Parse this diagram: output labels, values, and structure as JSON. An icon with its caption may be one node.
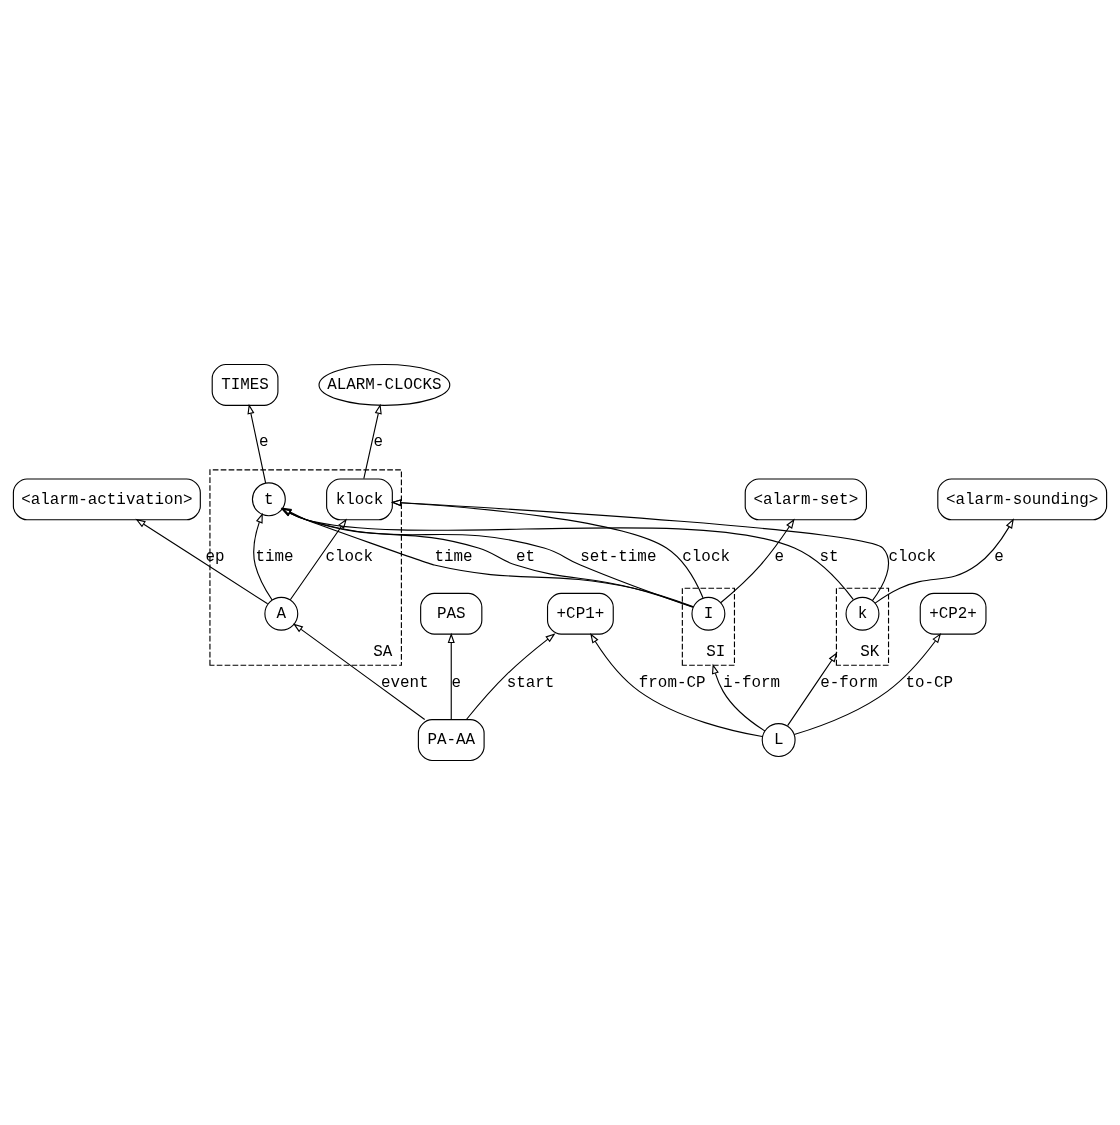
{
  "diagram": {
    "nodes": [
      {
        "text": [
          "ALARM-CLOCKS"
        ]
      },
      {
        "text": [
          "TIMES"
        ]
      },
      {
        "text": [
          "<alarm-activation>"
        ]
      },
      {
        "text": [
          "SA"
        ]
      },
      {
        "text": [
          "A"
        ],
        "in": 3
      },
      {
        "text": [
          "klock"
        ],
        "in": 3
      },
      {
        "text": [
          "t"
        ],
        "in": 3
      },
      {
        "text": [
          "PAS"
        ]
      },
      {
        "text": [
          "PA-AA"
        ]
      },
      {
        "text": [
          "SI"
        ]
      },
      {
        "text": [
          "I"
        ],
        "in": 9
      },
      {
        "text": [
          "SK"
        ]
      },
      {
        "text": [
          "k"
        ],
        "in": 11
      },
      {
        "text": [
          "<alarm-sounding>"
        ]
      },
      {
        "text": [
          "+CP1+"
        ]
      },
      {
        "text": [
          "L"
        ]
      },
      {
        "text": [
          "+CP2+"
        ]
      },
      {
        "text": [
          "<alarm-set>"
        ]
      }
    ],
    "edges": [
      {
        "from": 4,
        "to": 2,
        "arrow": "to",
        "label": "ep"
      },
      {
        "from": 5,
        "to": 0,
        "arrow": "to",
        "label": "e"
      },
      {
        "from": 6,
        "to": 1,
        "arrow": "to",
        "label": "e"
      },
      {
        "from": 4,
        "to": 6,
        "arrow": "to",
        "label": "time"
      },
      {
        "from": 4,
        "to": 5,
        "arrow": "to",
        "label": "clock"
      },
      {
        "from": 8,
        "to": 7,
        "arrow": "to",
        "label": "e"
      },
      {
        "from": 8,
        "to": 4,
        "arrow": "to",
        "label": "event"
      },
      {
        "from": 8,
        "to": 14,
        "arrow": "to",
        "label": "start"
      },
      {
        "from": 10,
        "to": 5,
        "arrow": "to",
        "label": "clock"
      },
      {
        "from": 10,
        "to": 6,
        "arrow": "to",
        "label": "set-time"
      },
      {
        "from": 10,
        "to": 6,
        "arrow": "to",
        "label": "time"
      },
      {
        "from": 10,
        "to": 6,
        "arrow": "to",
        "label": "et"
      },
      {
        "from": 12,
        "to": 5,
        "arrow": "to",
        "label": "clock"
      },
      {
        "from": 12,
        "to": 6,
        "arrow": "to",
        "label": "st"
      },
      {
        "from": 12,
        "to": 13,
        "arrow": "to",
        "label": "e"
      },
      {
        "from": 10,
        "to": 17,
        "arrow": "to",
        "label": "e"
      },
      {
        "from": 15,
        "to": 14,
        "arrow": "to",
        "label": "from-CP"
      },
      {
        "from": 15,
        "to": 16,
        "arrow": "to",
        "label": "to-CP"
      },
      {
        "from": 15,
        "to": 9,
        "arrow": "to",
        "label": "i-form"
      },
      {
        "from": 15,
        "to": 11,
        "arrow": "to",
        "label": "e-form"
      }
    ]
  }
}
